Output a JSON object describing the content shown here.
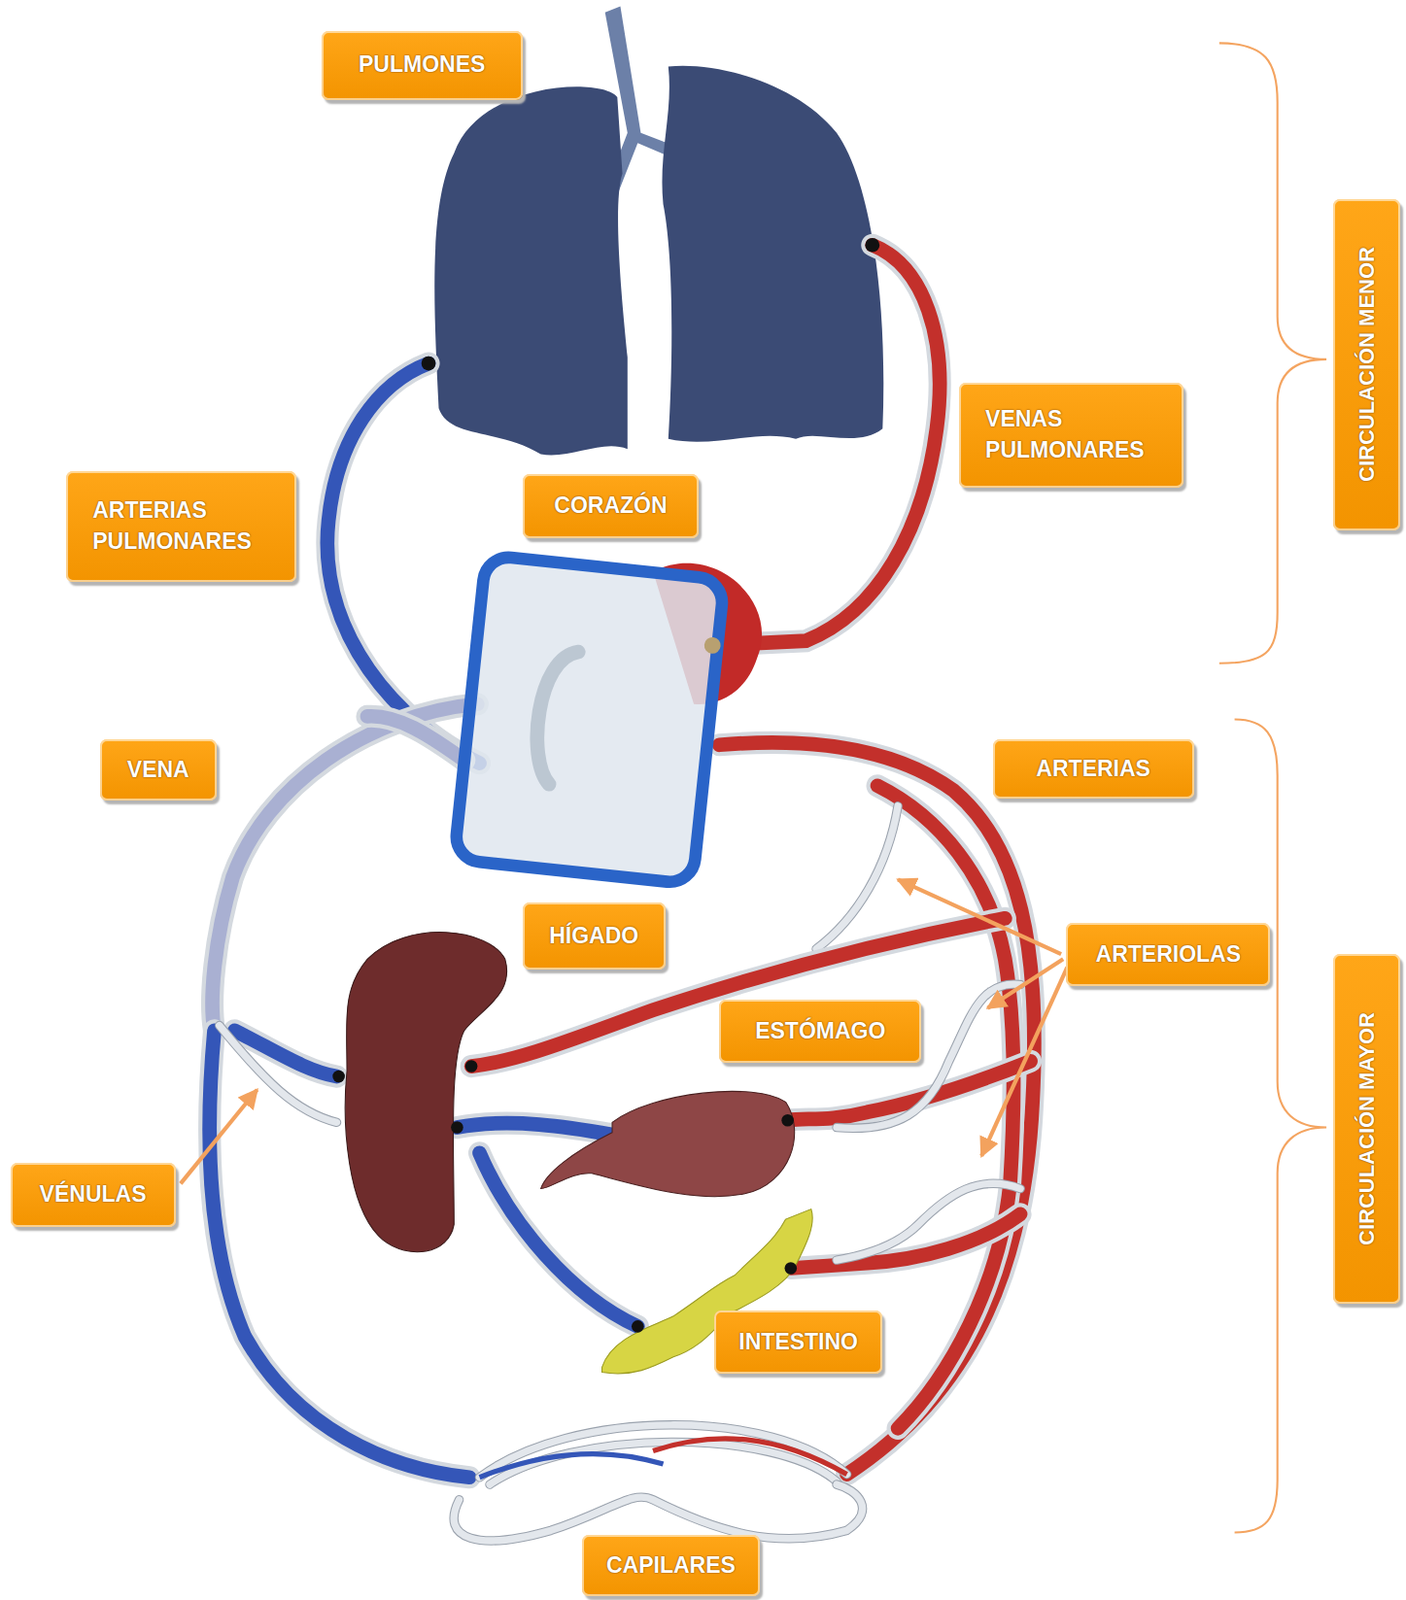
{
  "diagram": {
    "nodes": [
      {
        "text": [
          "PULMONES"
        ]
      },
      {
        "text": [
          "CIRCULACIÓN MENOR"
        ]
      },
      {
        "text": [
          "VENAS PULMONARES"
        ]
      },
      {
        "text": [
          "ARTERIAS PULMONARES"
        ]
      },
      {
        "text": [
          "CORAZÓN"
        ]
      },
      {
        "text": [
          "VENA"
        ]
      },
      {
        "text": [
          "ARTERIAS"
        ]
      },
      {
        "text": [
          "HÍGADO"
        ]
      },
      {
        "text": [
          "ARTERIOLAS"
        ]
      },
      {
        "text": [
          "CIRCULACIÓN MAYOR"
        ]
      },
      {
        "text": [
          "ESTÓMAGO"
        ]
      },
      {
        "text": [
          "VÉNULAS"
        ]
      },
      {
        "text": [
          "INTESTINO"
        ]
      },
      {
        "text": [
          "CAPILARES"
        ]
      }
    ]
  }
}
